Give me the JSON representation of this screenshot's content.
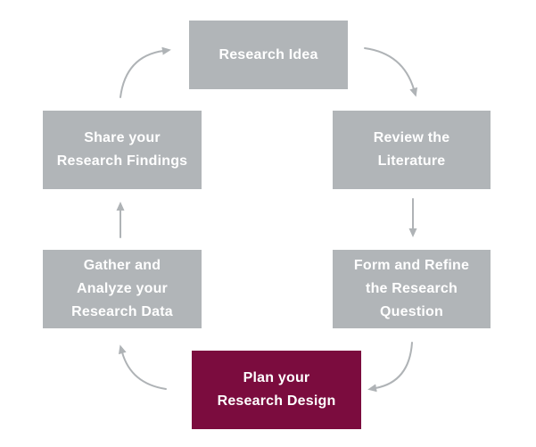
{
  "diagram": {
    "name": "research-cycle",
    "flow_direction": "clockwise",
    "steps": [
      {
        "id": "research-idea",
        "lines": [
          "Research Idea",
          "",
          ""
        ],
        "highlighted": false
      },
      {
        "id": "review-literature",
        "lines": [
          "Review the",
          "Literature",
          ""
        ],
        "highlighted": false
      },
      {
        "id": "form-refine-question",
        "lines": [
          "Form and Refine",
          "the Research",
          "Question"
        ],
        "highlighted": false
      },
      {
        "id": "plan-research-design",
        "lines": [
          "Plan your",
          "Research Design",
          ""
        ],
        "highlighted": true
      },
      {
        "id": "gather-analyze-data",
        "lines": [
          "Gather and",
          "Analyze your",
          "Research Data"
        ],
        "highlighted": false
      },
      {
        "id": "share-findings",
        "lines": [
          "Share your",
          "Research Findings",
          ""
        ],
        "highlighted": false
      }
    ],
    "arrows": [
      {
        "from": "research-idea",
        "to": "review-literature",
        "style": "curved"
      },
      {
        "from": "review-literature",
        "to": "form-refine-question",
        "style": "straight"
      },
      {
        "from": "form-refine-question",
        "to": "plan-research-design",
        "style": "curved"
      },
      {
        "from": "plan-research-design",
        "to": "gather-analyze-data",
        "style": "curved"
      },
      {
        "from": "gather-analyze-data",
        "to": "share-findings",
        "style": "straight"
      },
      {
        "from": "share-findings",
        "to": "research-idea",
        "style": "curved"
      }
    ]
  },
  "colors": {
    "box_gray": "#B1B5B8",
    "highlight_maroon": "#7B0C3E",
    "arrow_gray": "#AFB3B6",
    "text_white": "#FFFFFF",
    "background": "#FFFFFF"
  }
}
